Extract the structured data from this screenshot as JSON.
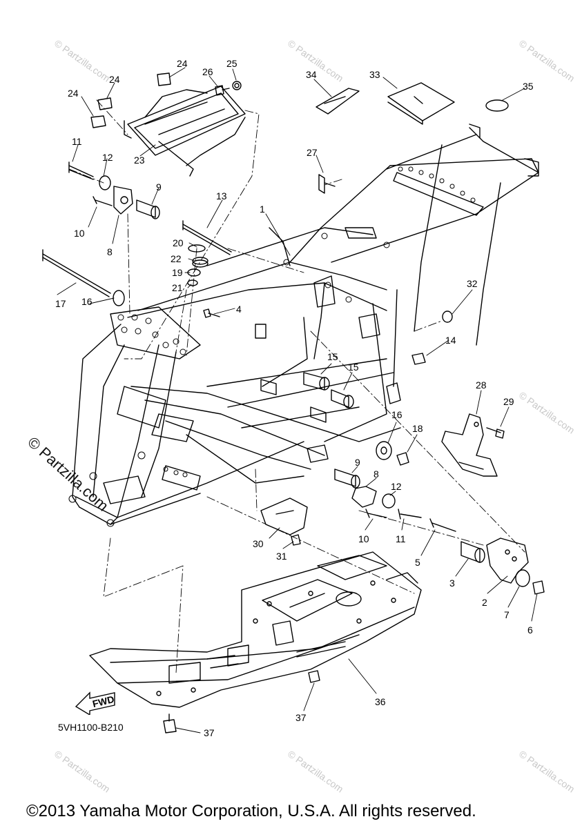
{
  "diagram": {
    "part_code": "5VH1100-B210",
    "copyright": "©2013 Yamaha Motor Corporation, U.S.A. All rights reserved.",
    "watermark_main": "© Partzilla.com",
    "watermark_small": "© Partzilla.com",
    "fwd_label": "FWD",
    "callouts": [
      {
        "id": "c1",
        "label": "1"
      },
      {
        "id": "c2",
        "label": "2"
      },
      {
        "id": "c3",
        "label": "3"
      },
      {
        "id": "c4",
        "label": "4"
      },
      {
        "id": "c5",
        "label": "5"
      },
      {
        "id": "c6",
        "label": "6"
      },
      {
        "id": "c7",
        "label": "7"
      },
      {
        "id": "c8a",
        "label": "8"
      },
      {
        "id": "c8b",
        "label": "8"
      },
      {
        "id": "c9a",
        "label": "9"
      },
      {
        "id": "c9b",
        "label": "9"
      },
      {
        "id": "c10a",
        "label": "10"
      },
      {
        "id": "c10b",
        "label": "10"
      },
      {
        "id": "c11a",
        "label": "11"
      },
      {
        "id": "c11b",
        "label": "11"
      },
      {
        "id": "c12a",
        "label": "12"
      },
      {
        "id": "c12b",
        "label": "12"
      },
      {
        "id": "c13",
        "label": "13"
      },
      {
        "id": "c14",
        "label": "14"
      },
      {
        "id": "c15a",
        "label": "15"
      },
      {
        "id": "c15b",
        "label": "15"
      },
      {
        "id": "c16a",
        "label": "16"
      },
      {
        "id": "c16b",
        "label": "16"
      },
      {
        "id": "c17",
        "label": "17"
      },
      {
        "id": "c18",
        "label": "18"
      },
      {
        "id": "c19",
        "label": "19"
      },
      {
        "id": "c20",
        "label": "20"
      },
      {
        "id": "c21",
        "label": "21"
      },
      {
        "id": "c22",
        "label": "22"
      },
      {
        "id": "c23",
        "label": "23"
      },
      {
        "id": "c24a",
        "label": "24"
      },
      {
        "id": "c24b",
        "label": "24"
      },
      {
        "id": "c24c",
        "label": "24"
      },
      {
        "id": "c25",
        "label": "25"
      },
      {
        "id": "c26",
        "label": "26"
      },
      {
        "id": "c27",
        "label": "27"
      },
      {
        "id": "c28",
        "label": "28"
      },
      {
        "id": "c29",
        "label": "29"
      },
      {
        "id": "c30",
        "label": "30"
      },
      {
        "id": "c31",
        "label": "31"
      },
      {
        "id": "c32",
        "label": "32"
      },
      {
        "id": "c33",
        "label": "33"
      },
      {
        "id": "c34",
        "label": "34"
      },
      {
        "id": "c35",
        "label": "35"
      },
      {
        "id": "c36",
        "label": "36"
      },
      {
        "id": "c37a",
        "label": "37"
      },
      {
        "id": "c37b",
        "label": "37"
      }
    ]
  }
}
